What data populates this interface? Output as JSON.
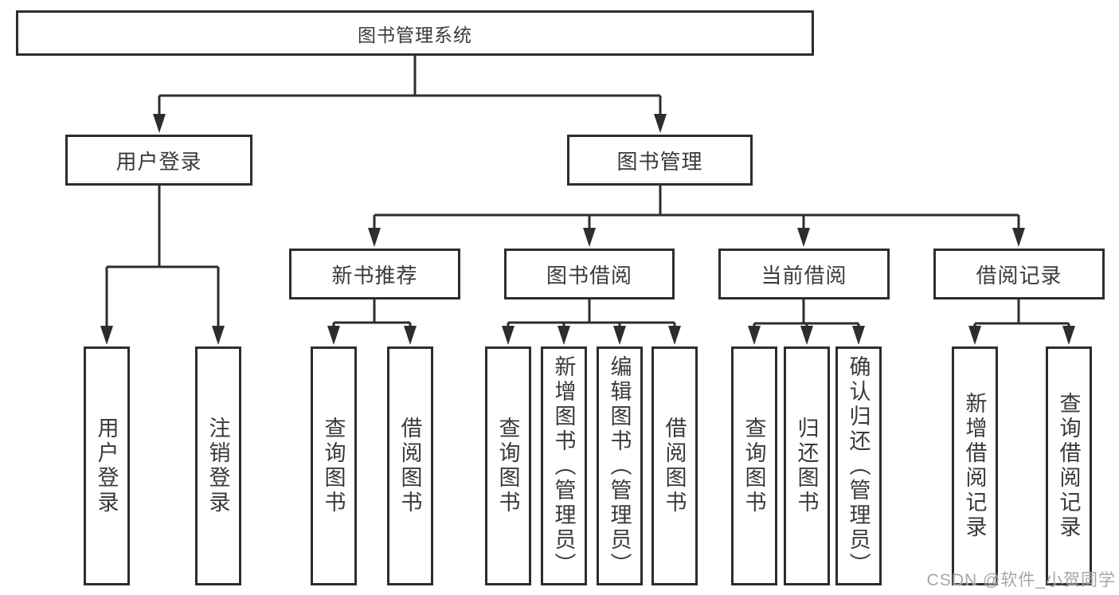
{
  "page": {
    "background_color": "#ffffff",
    "line_color": "#2d2d2d",
    "box_border_color": "#2d2d2d",
    "text_color": "#3a3a3a"
  },
  "tree": {
    "root": {
      "label": "图书管理系统"
    },
    "level1": [
      {
        "label": "用户登录"
      },
      {
        "label": "图书管理"
      }
    ],
    "level2": [
      {
        "label": "新书推荐"
      },
      {
        "label": "图书借阅"
      },
      {
        "label": "当前借阅"
      },
      {
        "label": "借阅记录"
      }
    ],
    "leaves": {
      "user_login": [
        "用户登录",
        "注销登录"
      ],
      "new_book": [
        "查询图书",
        "借阅图书"
      ],
      "book_borrow": [
        "查询图书",
        "新增图书（管理员）",
        "编辑图书（管理员）",
        "借阅图书"
      ],
      "current_borrow": [
        "查询图书",
        "归还图书",
        "确认归还（管理员）"
      ],
      "borrow_records": [
        "新增借阅记录",
        "查询借阅记录"
      ]
    }
  },
  "watermark": {
    "text": "CSDN @软件_小贺同学",
    "color": "#9e9e9e"
  }
}
